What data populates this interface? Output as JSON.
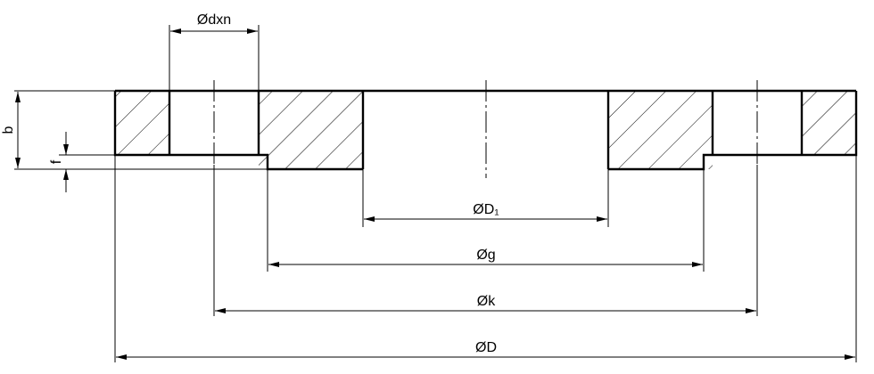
{
  "dimensions": {
    "bolt_hole": "Ødxn",
    "thickness": "b",
    "raised_face_height": "f",
    "bore_diameter": "ØD₁",
    "raised_face_diameter": "Øg",
    "bolt_circle_diameter": "Øk",
    "outer_diameter": "ØD"
  }
}
